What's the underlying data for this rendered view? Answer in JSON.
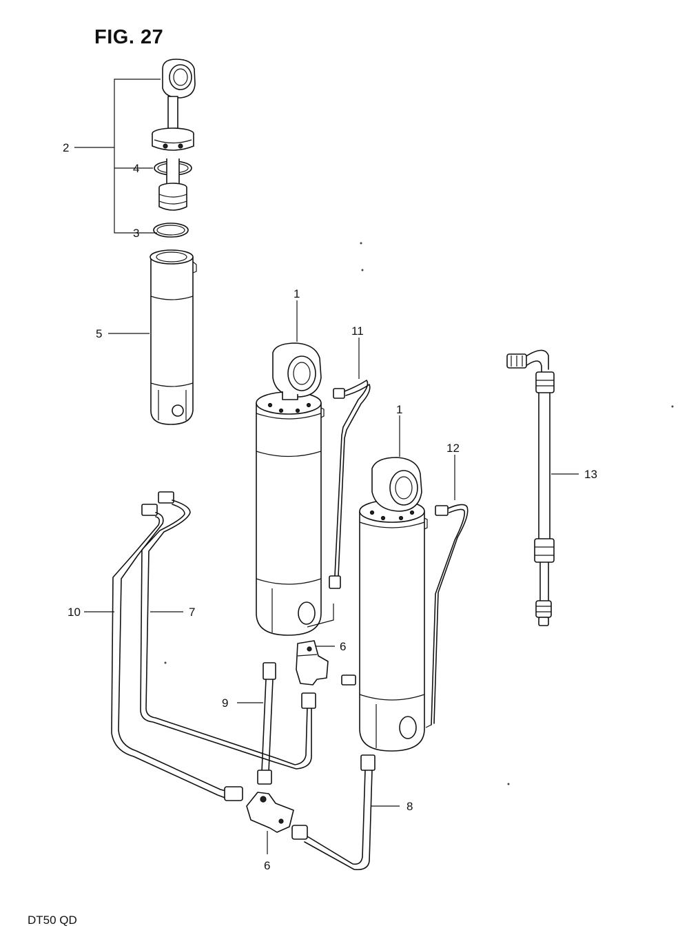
{
  "figure": {
    "title": "FIG. 27",
    "model_code": "DT50 QD"
  },
  "callouts": [
    "1",
    "1",
    "2",
    "3",
    "4",
    "5",
    "6",
    "6",
    "7",
    "8",
    "9",
    "10",
    "11",
    "12",
    "13"
  ],
  "parts": [
    "upper-cylinder-rod-assembly",
    "cylinder-seal",
    "seal-ring",
    "cylinder-tube",
    "tilt-cylinder-left",
    "tilt-cylinder-right",
    "tee-joint-upper",
    "tee-joint-lower",
    "hydraulic-pipe-7",
    "hydraulic-pipe-8",
    "hydraulic-pipe-9",
    "hydraulic-pipe-10",
    "hydraulic-pipe-11",
    "hydraulic-pipe-12",
    "hydraulic-hose-13"
  ]
}
